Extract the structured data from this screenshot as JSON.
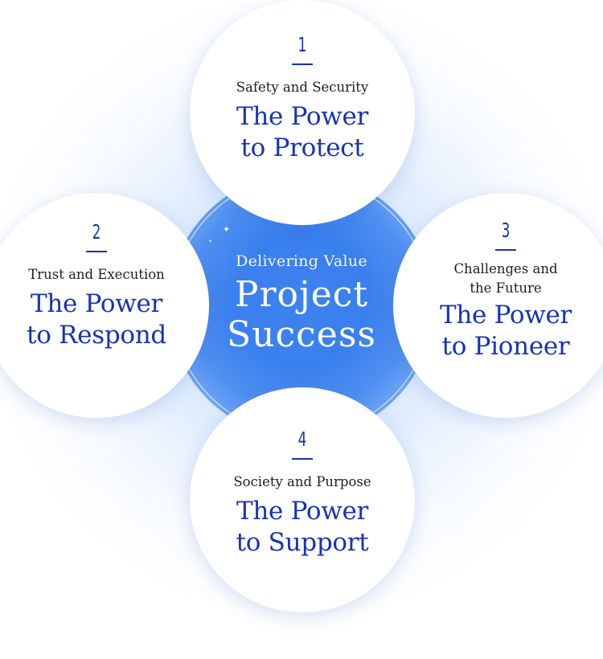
{
  "center": {
    "subtitle": "Delivering Value",
    "title_line1": "Project",
    "title_line2": "Success"
  },
  "nodes": [
    {
      "number": "1",
      "category": "Safety and Security",
      "title_line1": "The Power",
      "title_line2": "to Protect"
    },
    {
      "number": "2",
      "category": "Trust and Execution",
      "title_line1": "The Power",
      "title_line2": "to Respond"
    },
    {
      "number": "3",
      "category_line1": "Challenges and",
      "category_line2": "the Future",
      "title_line1": "The Power",
      "title_line2": "to Pioneer"
    },
    {
      "number": "4",
      "category": "Society and Purpose",
      "title_line1": "The Power",
      "title_line2": "to Support"
    }
  ],
  "colors": {
    "accent_blue": "#1533b8",
    "center_blue": "#3a7fee",
    "text_dark": "#1d1d1f"
  }
}
